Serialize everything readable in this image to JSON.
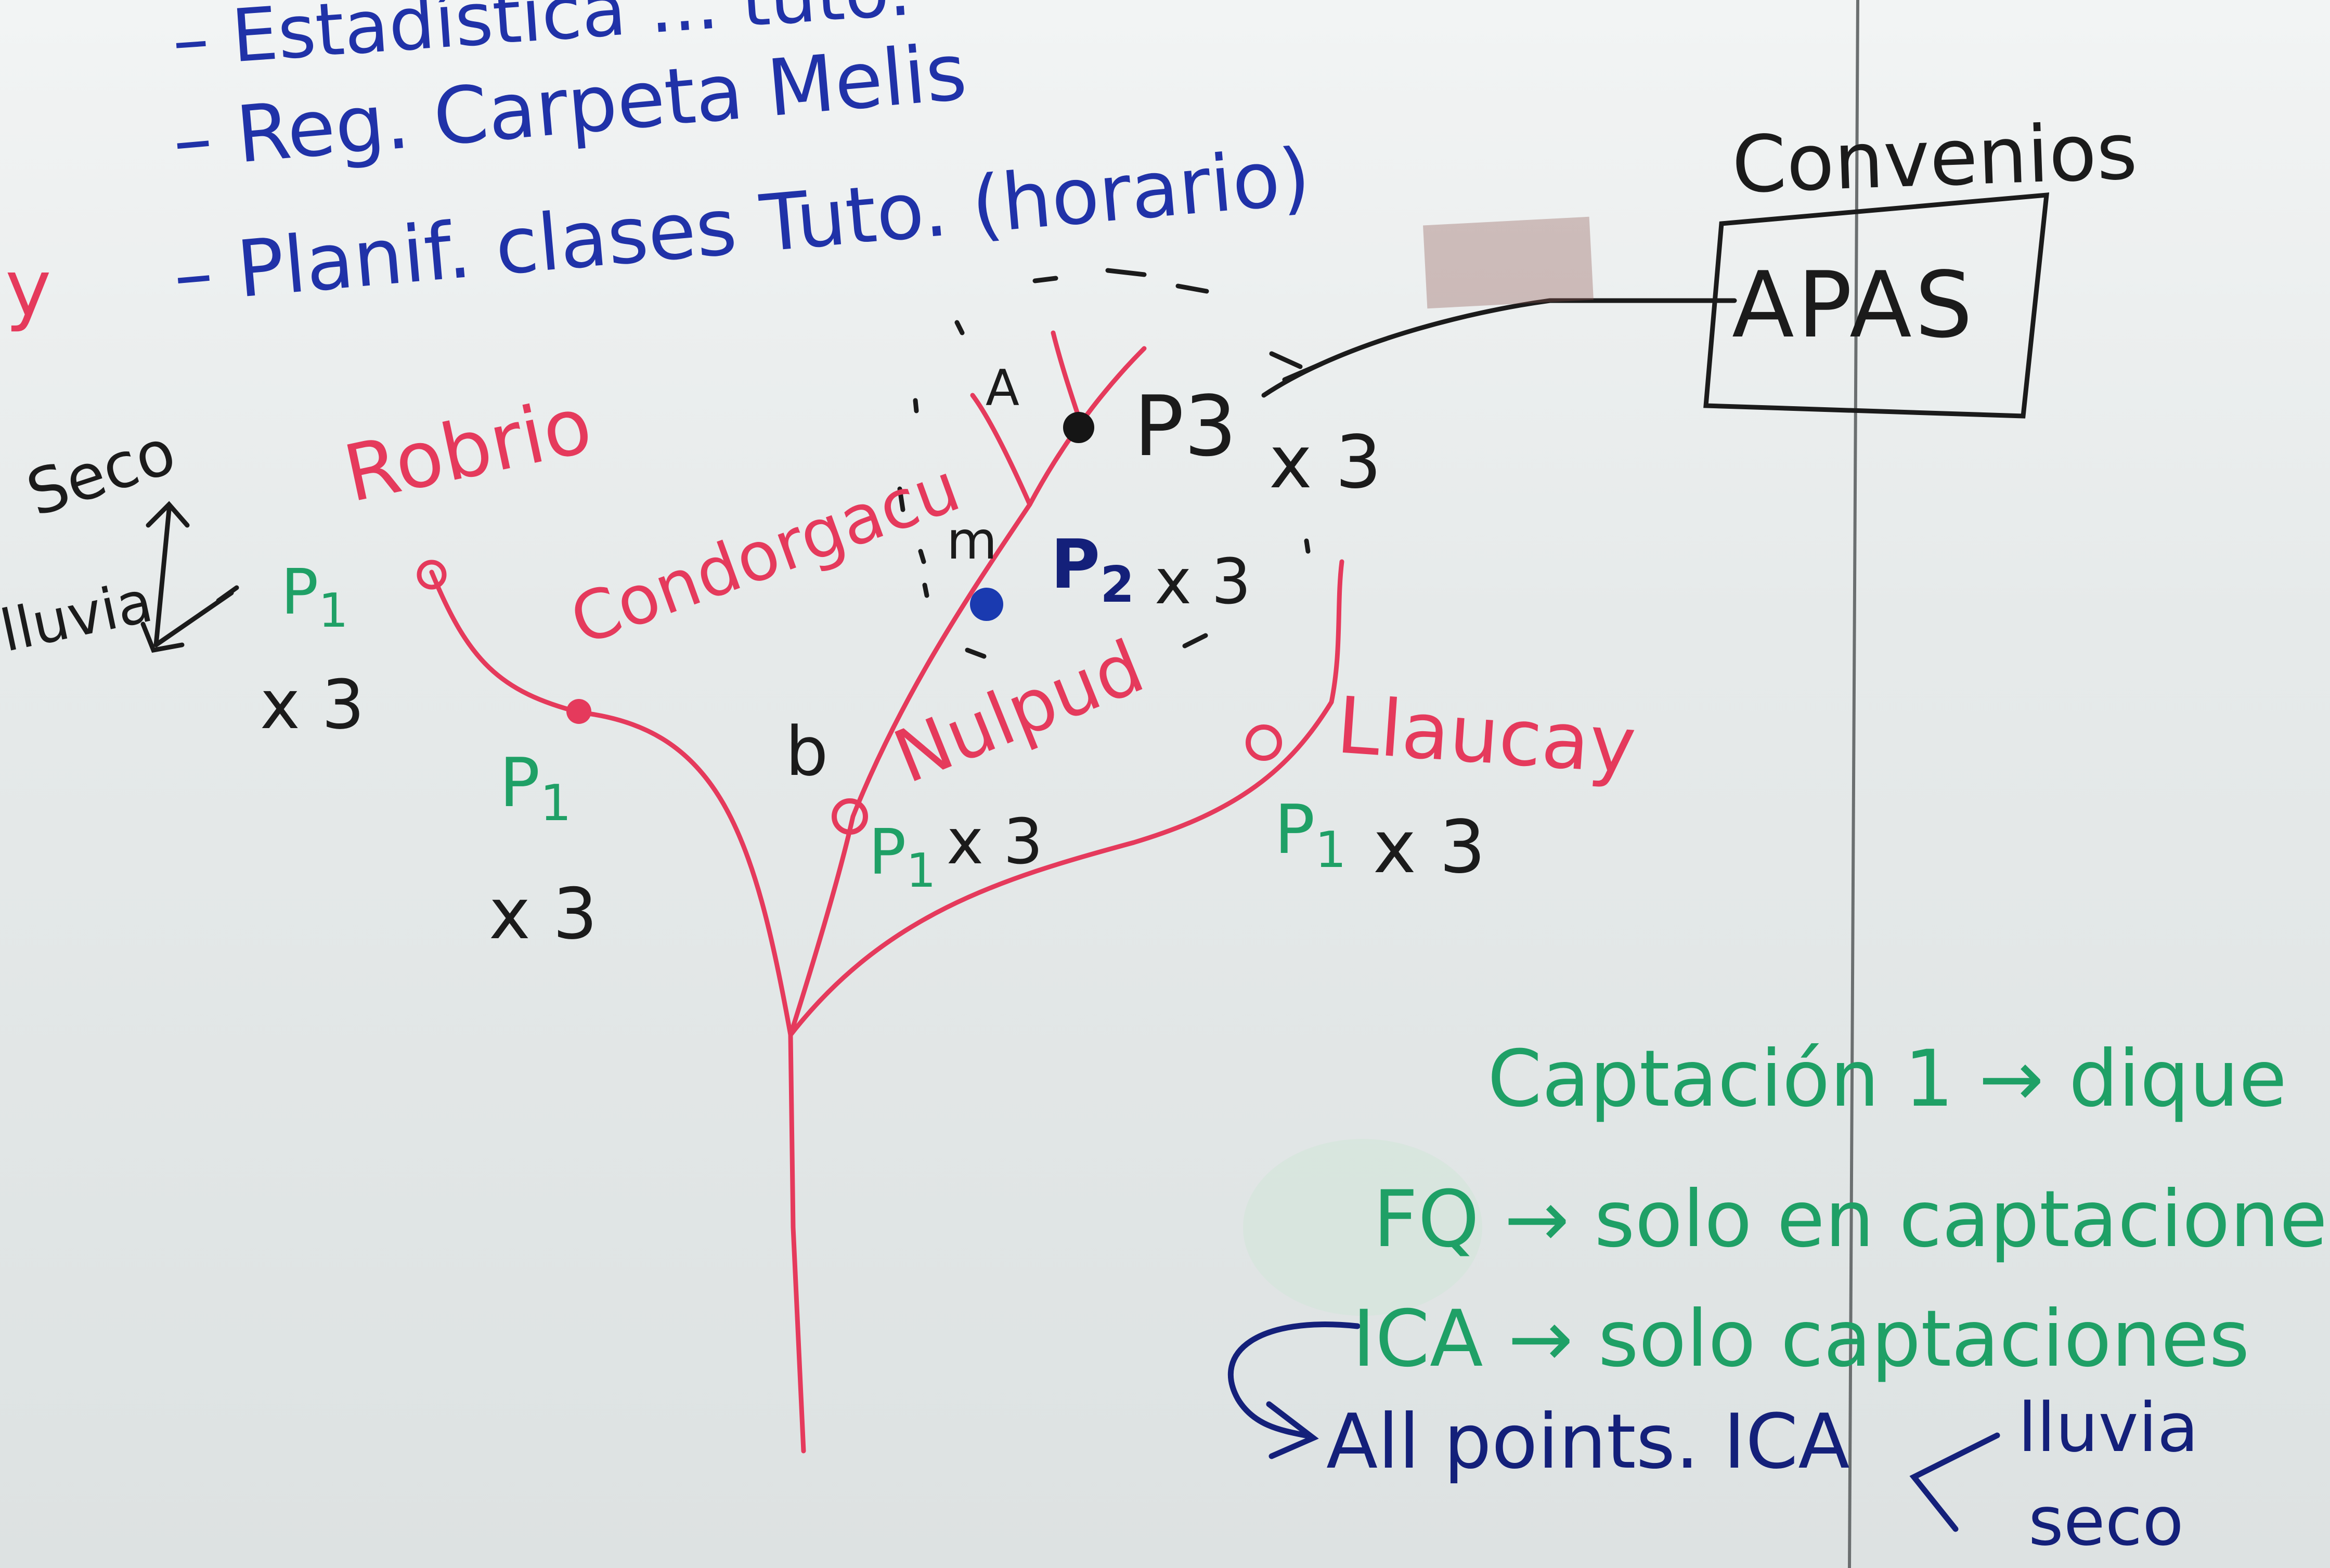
{
  "todo": {
    "items": [
      {
        "bullet": "–",
        "text": "Estadística ... tuto."
      },
      {
        "bullet": "–",
        "text": "Reg. Carpeta Melis"
      },
      {
        "bullet": "–",
        "text": "Planif. clases Tuto. (horario)"
      }
    ]
  },
  "left_margin": {
    "red_mark": "y",
    "seco": "Seco",
    "lluvia": "lluvia"
  },
  "tree": {
    "branches": {
      "robrio": "Robrio",
      "condorgacu": "Condorgacu",
      "nulpud": "Nulpud",
      "llaucay": "Llaucay"
    },
    "points": {
      "robrio": {
        "p": "P",
        "sub": "1",
        "mult": "x 3"
      },
      "condorgacu": {
        "p": "P",
        "sub": "1",
        "mult": "x 3"
      },
      "nulpud": {
        "p": "P",
        "sub": "1",
        "mult": "x 3"
      },
      "llaucay": {
        "p": "P",
        "sub": "1",
        "mult": "x 3"
      },
      "p2": {
        "p": "P",
        "sub": "2",
        "mult": "x 3"
      },
      "p3": {
        "label": "P3",
        "mult": "x 3"
      }
    },
    "markers": {
      "a": "A",
      "m": "m",
      "b": "b"
    }
  },
  "box": {
    "caption": "Convenios",
    "label": "APAS"
  },
  "notes": {
    "line1": "Captación 1 → dique",
    "line2": "FQ → solo en captaciones",
    "line3": "ICA → solo captaciones",
    "line4": "All points. ICA",
    "lluvia": "lluvia",
    "seco": "seco",
    "less_than": "<"
  },
  "colors": {
    "blue_marker": "#2032a8",
    "navy_marker": "#14207a",
    "red_marker": "#e53a5c",
    "green_marker": "#1fa066",
    "black_marker": "#1b1b1b"
  }
}
